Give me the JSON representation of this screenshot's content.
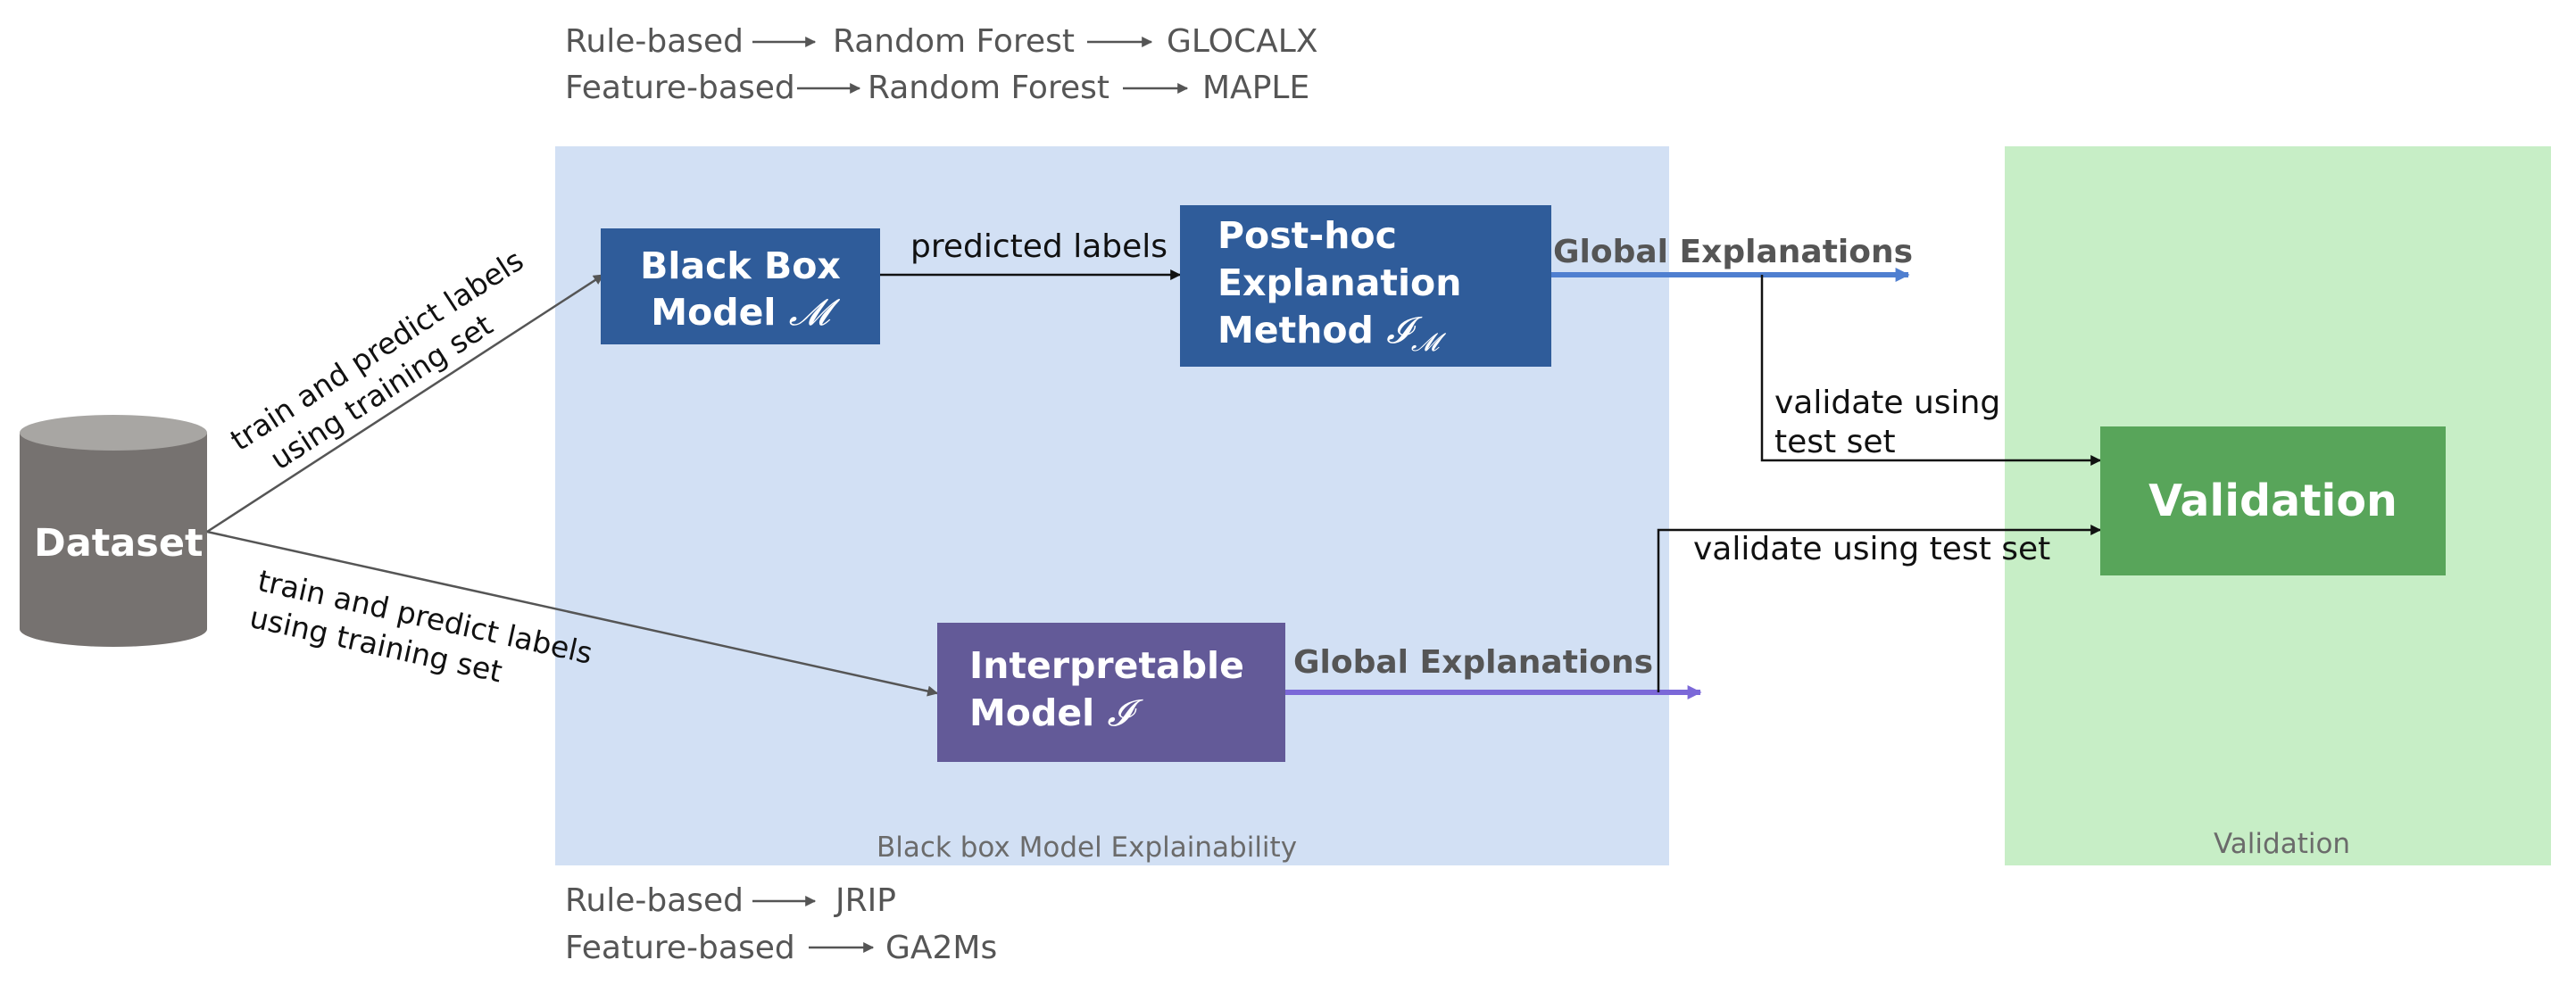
{
  "methods_top": {
    "rule_based": {
      "label": "Rule-based",
      "model": "Random Forest",
      "method": "GLOCALX"
    },
    "feature_based": {
      "label": "Feature-based",
      "model": "Random Forest",
      "method": "MAPLE"
    }
  },
  "methods_bottom": {
    "rule_based": {
      "label": "Rule-based",
      "method": "JRIP"
    },
    "feature_based": {
      "label": "Feature-based",
      "method": "GA2Ms"
    }
  },
  "regions": {
    "explainability": {
      "label": "Black box Model Explainability",
      "color": "#d2e0f4"
    },
    "validation": {
      "label": "Validation",
      "color": "#c7eec6"
    }
  },
  "dataset": {
    "label": "Dataset",
    "color": "#767270"
  },
  "black_box": {
    "line1": "Black Box",
    "line2": "Model",
    "symbol": "𝓜",
    "color": "#2f5c9a"
  },
  "post_hoc": {
    "line1": "Post-hoc",
    "line2": "Explanation",
    "line3": "Method",
    "symbol": "𝓘",
    "subscript": "𝓜",
    "color": "#2f5c9a"
  },
  "interpretable": {
    "line1": "Interpretable",
    "line2": "Model",
    "symbol": "𝓘",
    "color": "#635a98"
  },
  "validation_box": {
    "label": "Validation",
    "color": "#58a55a"
  },
  "edges": {
    "train_top": {
      "line1": "train and predict labels",
      "line2": "using training set"
    },
    "train_bottom": {
      "line1": "train and predict labels",
      "line2": "using training set"
    },
    "predicted_labels": "predicted labels",
    "global_explanations_top": "Global Explanations",
    "global_explanations_bottom": "Global Explanations",
    "validate_top": {
      "line1": "validate using",
      "line2": "test set"
    },
    "validate_bottom": "validate using test set"
  },
  "colors": {
    "blue_arrow": "#4f7fd0",
    "purple_arrow": "#7b68d8",
    "black_arrow": "#111111",
    "gray_arrow": "#555555"
  }
}
